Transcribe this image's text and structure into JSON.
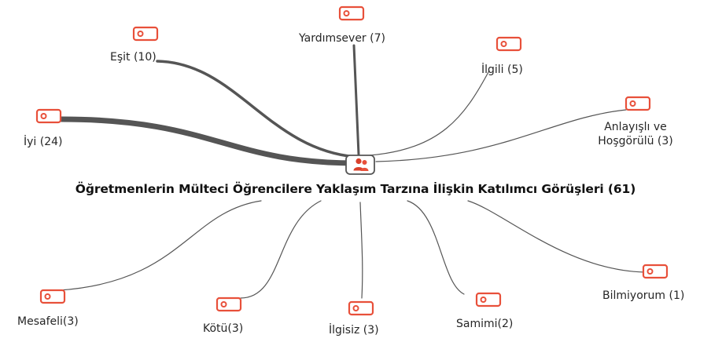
{
  "center": {
    "title": "Öğretmenlerin Mülteci Öğrencilere Yaklaşım Tarzına İlişkin Katılımcı Görüşleri (61)",
    "icon": "people-icon"
  },
  "codes": [
    {
      "id": "iyi",
      "label": "İyi (24)",
      "count": 24,
      "icon": "code-tag-icon"
    },
    {
      "id": "esit",
      "label": "Eşit (10)",
      "count": 10,
      "icon": "code-tag-icon"
    },
    {
      "id": "yardimsever",
      "label": "Yardımsever (7)",
      "count": 7,
      "icon": "code-tag-icon"
    },
    {
      "id": "ilgili",
      "label": "İlgili (5)",
      "count": 5,
      "icon": "code-tag-icon"
    },
    {
      "id": "anlayisli",
      "label_line1": "Anlayışlı ve",
      "label_line2": "Hoşgörülü (3)",
      "count": 3,
      "icon": "code-tag-icon"
    },
    {
      "id": "mesafeli",
      "label": "Mesafeli(3)",
      "count": 3,
      "icon": "code-tag-icon"
    },
    {
      "id": "kotu",
      "label": "Kötü(3)",
      "count": 3,
      "icon": "code-tag-icon"
    },
    {
      "id": "ilgisiz",
      "label": "İlgisiz (3)",
      "count": 3,
      "icon": "code-tag-icon"
    },
    {
      "id": "samimi",
      "label": "Samimi(2)",
      "count": 2,
      "icon": "code-tag-icon"
    },
    {
      "id": "bilmiyorum",
      "label": "Bilmiyorum (1)",
      "count": 1,
      "icon": "code-tag-icon"
    }
  ],
  "colors": {
    "accent": "#e8503a",
    "line": "#555555"
  }
}
